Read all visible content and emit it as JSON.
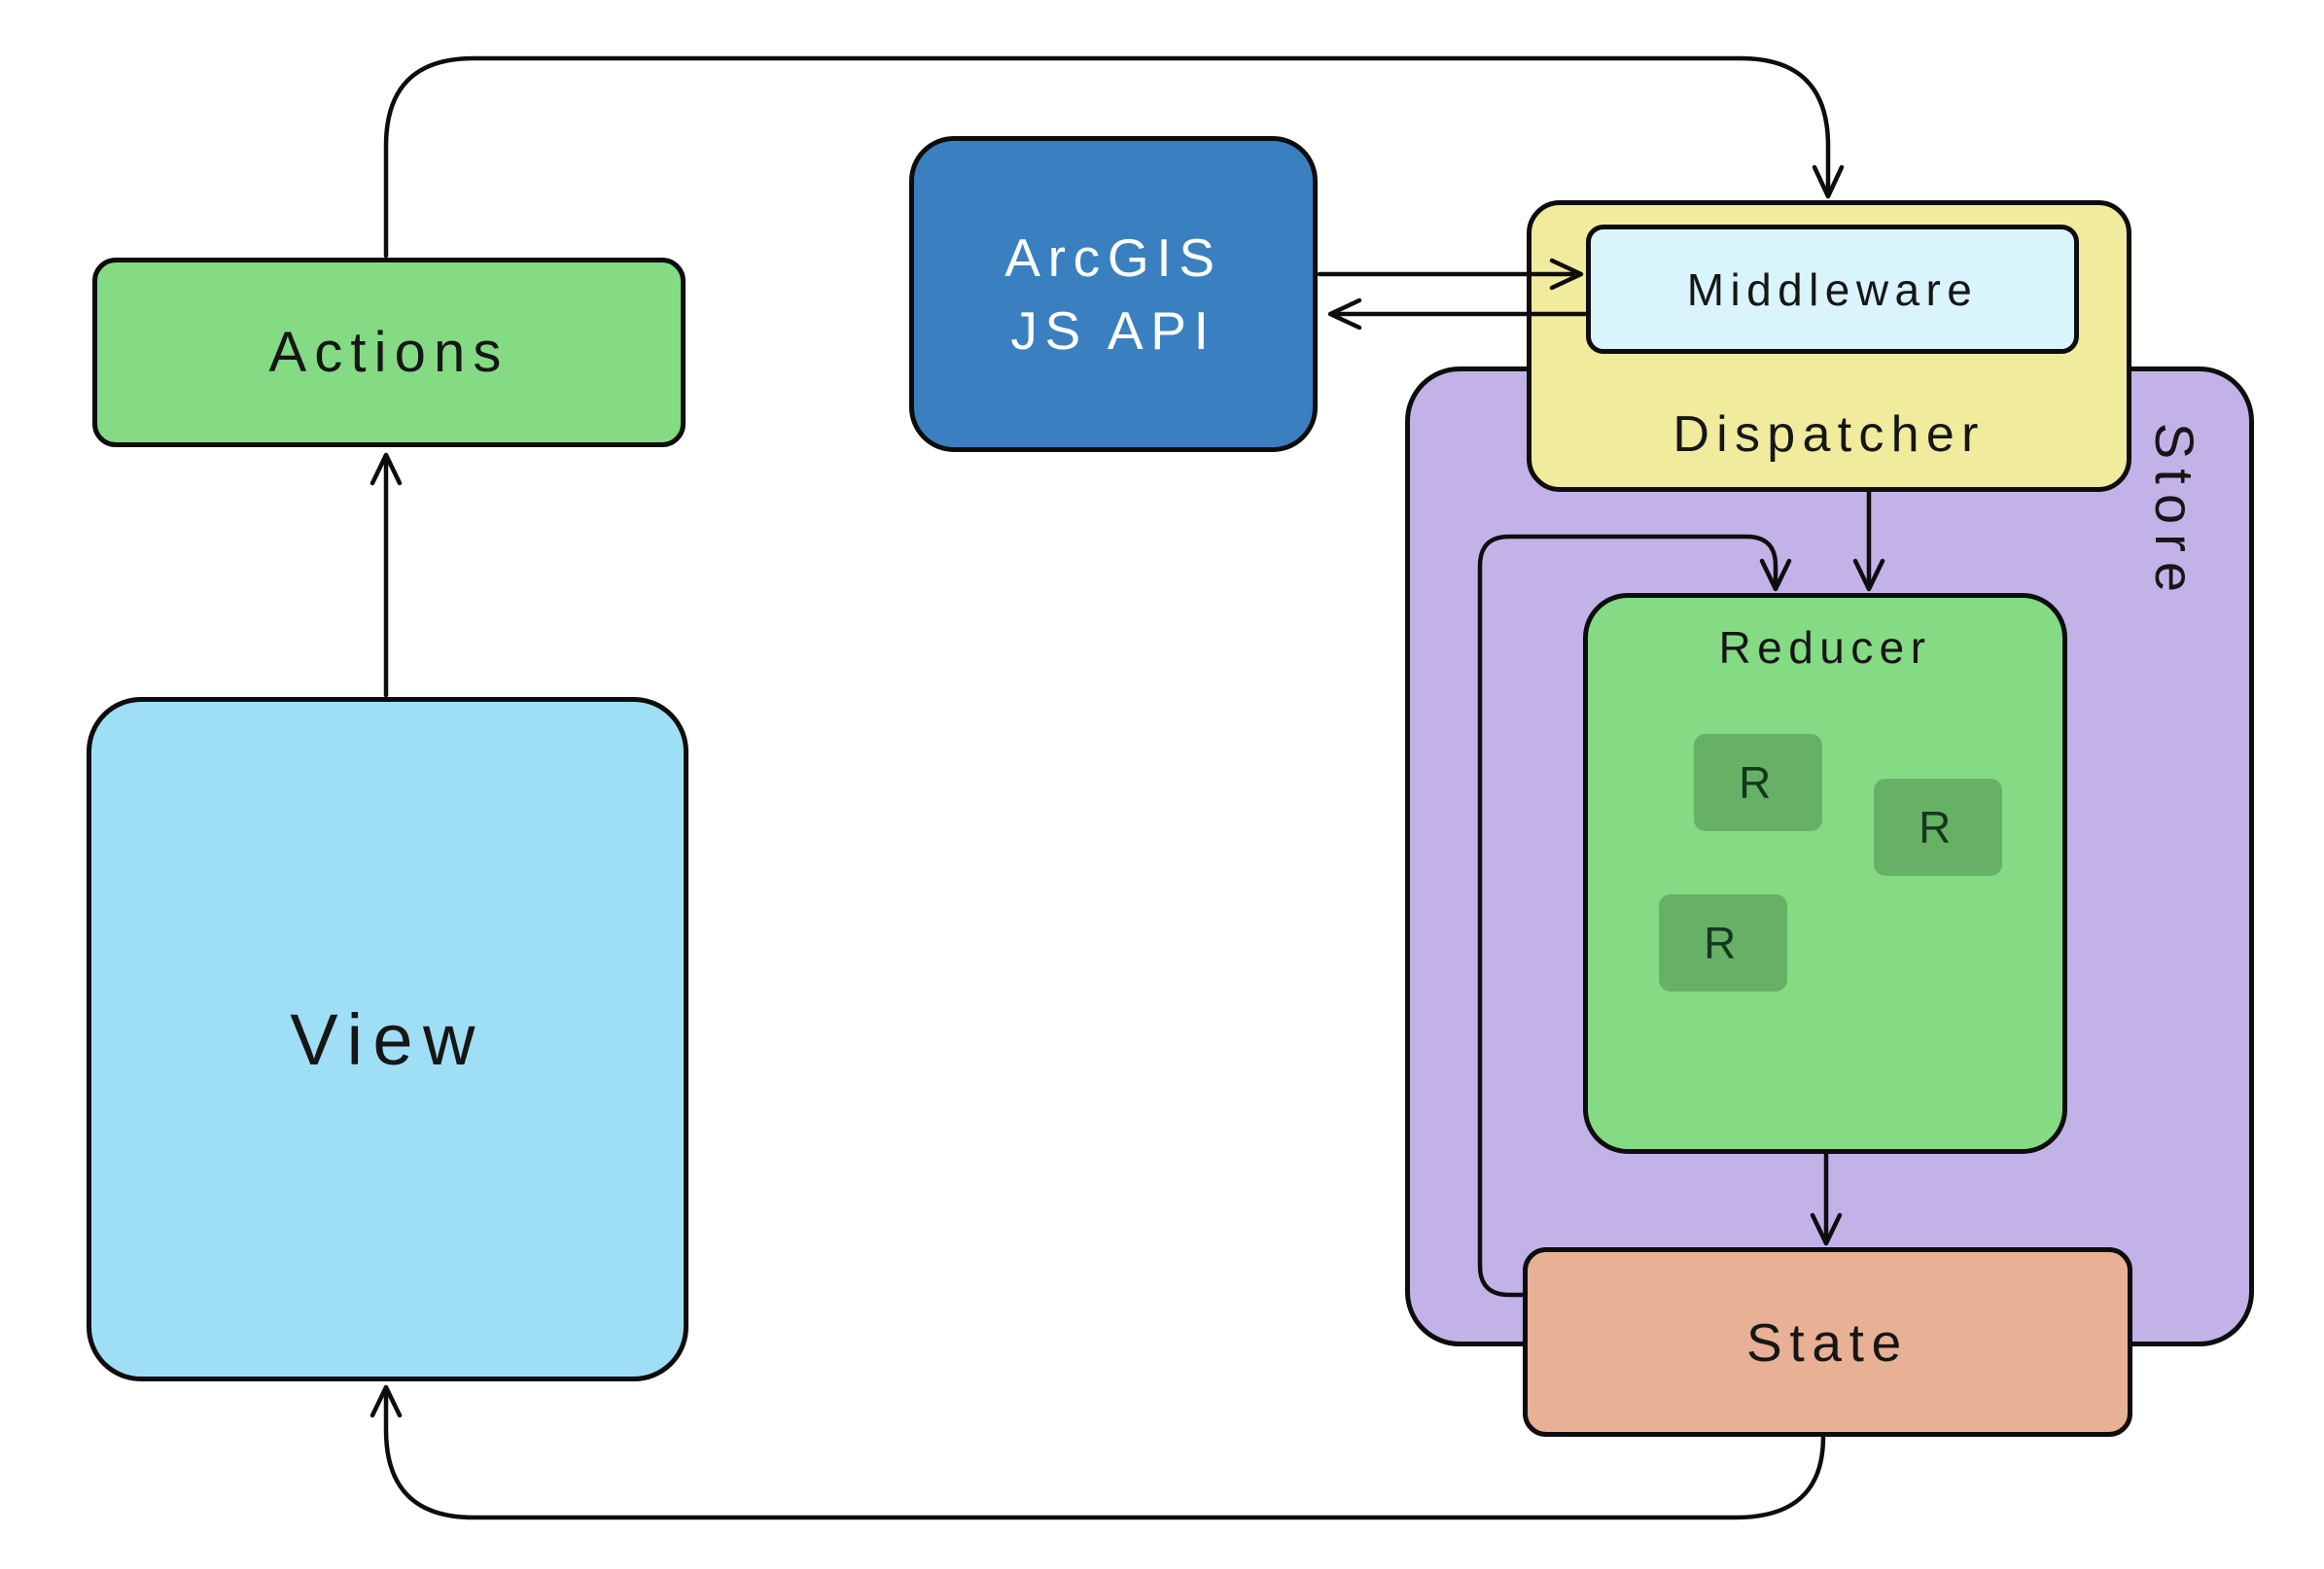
{
  "nodes": {
    "actions": {
      "label": "Actions",
      "fill": "#84DB84"
    },
    "view": {
      "label": "View",
      "fill": "#9FDFF6"
    },
    "arcgis": {
      "label_line1": "ArcGIS",
      "label_line2": "JS API",
      "fill": "#3A80C1",
      "text_color": "#FFFFFF"
    },
    "dispatcher": {
      "label": "Dispatcher",
      "fill": "#F0EB9D"
    },
    "middleware": {
      "label": "Middleware",
      "fill": "#D9F4FB"
    },
    "store": {
      "label": "Store",
      "fill": "#C3B2E8"
    },
    "reducer": {
      "label": "Reducer",
      "fill": "#84DB84",
      "units": [
        "R",
        "R",
        "R"
      ],
      "unit_fill": "#67B167"
    },
    "state": {
      "label": "State",
      "fill": "#E8B094"
    }
  },
  "edges": [
    {
      "from": "view",
      "to": "actions"
    },
    {
      "from": "actions",
      "to": "dispatcher"
    },
    {
      "from": "arcgis",
      "to": "middleware"
    },
    {
      "from": "middleware",
      "to": "arcgis"
    },
    {
      "from": "dispatcher",
      "to": "reducer"
    },
    {
      "from": "state",
      "to": "reducer"
    },
    {
      "from": "reducer",
      "to": "state"
    },
    {
      "from": "state",
      "to": "view"
    }
  ],
  "line_color": "#0d0d0d"
}
